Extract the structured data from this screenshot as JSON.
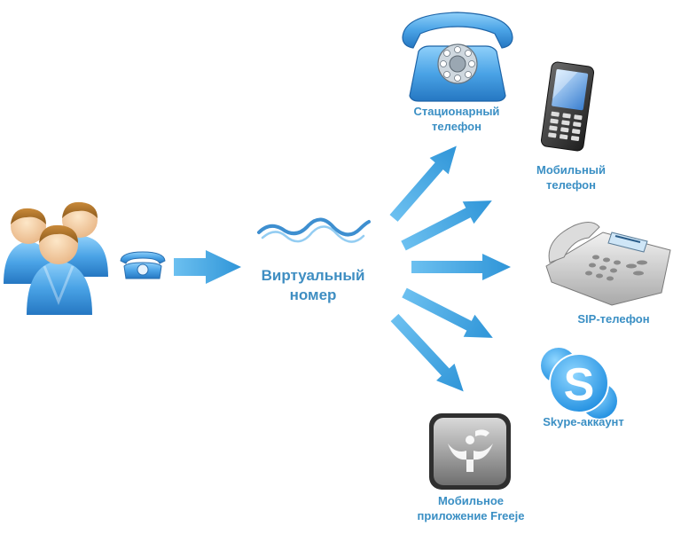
{
  "center": {
    "line1": "Виртуальный",
    "line2": "номер"
  },
  "targets": {
    "landline": {
      "line1": "Стационарный",
      "line2": "телефон",
      "icon": "rotary-phone-icon"
    },
    "mobile": {
      "line1": "Мобильный",
      "line2": "телефон",
      "icon": "mobile-phone-icon"
    },
    "sip": {
      "line1": "SIP-телефон",
      "icon": "sip-phone-icon"
    },
    "skype": {
      "line1": "Skype-аккаунт",
      "icon": "skype-icon"
    },
    "freeje": {
      "line1": "Мобильное",
      "line2": "приложение Freeje",
      "icon": "freeje-app-icon"
    }
  },
  "sources": {
    "users_icon": "users-group-icon",
    "caller_phone_icon": "caller-phone-icon"
  },
  "colors": {
    "accent": "#3a8fc4",
    "arrow": "#4aa8e0",
    "phone_blue": "#4a9ee0"
  }
}
